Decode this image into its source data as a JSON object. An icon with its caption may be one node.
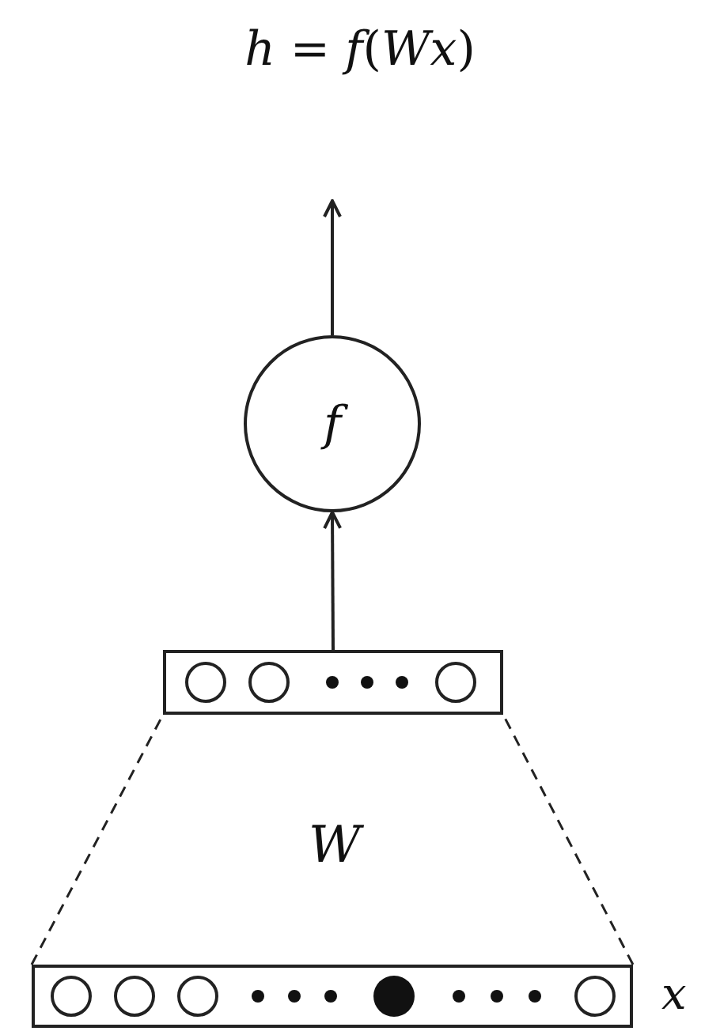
{
  "diagram": {
    "title": "*h* = *f*(*Wx*)",
    "nodes": [
      {
        "text": [
          "f"
        ]
      },
      {
        "text": [],
        "shape": "bar"
      },
      {
        "text": [],
        "shape": "bar",
        "beside": [
          "x"
        ]
      }
    ],
    "edges": [
      {
        "from": 1,
        "to": 0,
        "arrow": "to"
      },
      {
        "from": 0,
        "to": null,
        "arrow": "to"
      },
      {
        "from": 2,
        "to": 1,
        "arrow": "none",
        "style": "dashed"
      },
      {
        "from": 2,
        "to": 1,
        "arrow": "none",
        "style": "dashed"
      }
    ],
    "labels": [
      "W"
    ]
  }
}
